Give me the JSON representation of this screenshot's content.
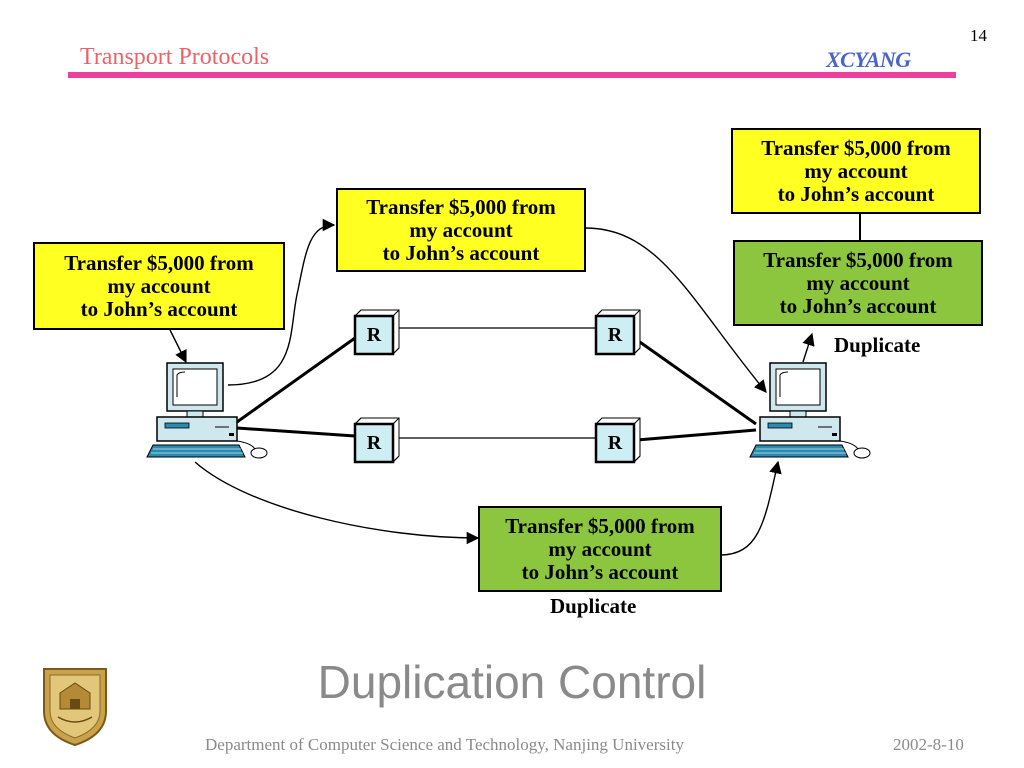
{
  "header": {
    "slide_number": "14",
    "title": "Transport Protocols",
    "brand": "XCYANG"
  },
  "diagram": {
    "message_text": [
      "Transfer $5,000 from",
      "my account",
      "to John’s account"
    ],
    "router_label": "R",
    "duplicate_label": "Duplicate"
  },
  "title": "Duplication Control",
  "footer": {
    "department": "Department of Computer Science and Technology, Nanjing University",
    "date": "2002-8-10"
  },
  "colors": {
    "original_message": "#ffff22",
    "duplicate_message": "#8cc63e",
    "header_rule": "#ee3ea0",
    "router_fill": "#cdeef2"
  }
}
